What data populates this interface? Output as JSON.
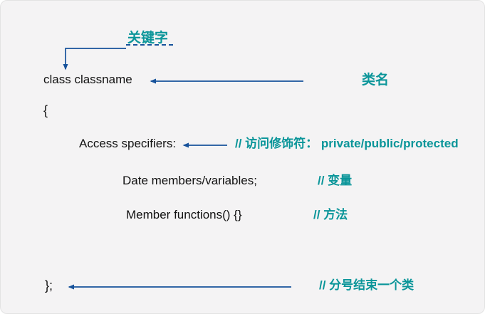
{
  "colors": {
    "teal": "#0a9599",
    "blue": "#17529b",
    "ink": "#121212",
    "bg": "#f4f3f4"
  },
  "diagram": {
    "keyword_label": "关键字",
    "code": {
      "class_line": "class classname",
      "open_brace": "{",
      "access_specifiers": "Access specifiers:",
      "data_members": "Date members/variables;",
      "member_functions": "Member functions() {}",
      "close_brace": "};"
    },
    "annotations": {
      "class_name": "类名",
      "access_modifiers": "// 访问修饰符： private/public/protected",
      "variable": "// 变量",
      "method": "// 方法",
      "semicolon_note": "// 分号结束一个类"
    },
    "arrows": [
      {
        "name": "keyword-to-class-elbow-arrow",
        "from": "关键字",
        "to": "class classname"
      },
      {
        "name": "classname-pointer-arrow",
        "from": "类名",
        "to": "class classname"
      },
      {
        "name": "access-specifier-pointer-arrow",
        "from": "// 访问修饰符： private/public/protected",
        "to": "Access specifiers:"
      },
      {
        "name": "close-brace-pointer-arrow",
        "from": "// 分号结束一个类",
        "to": "};"
      }
    ]
  }
}
